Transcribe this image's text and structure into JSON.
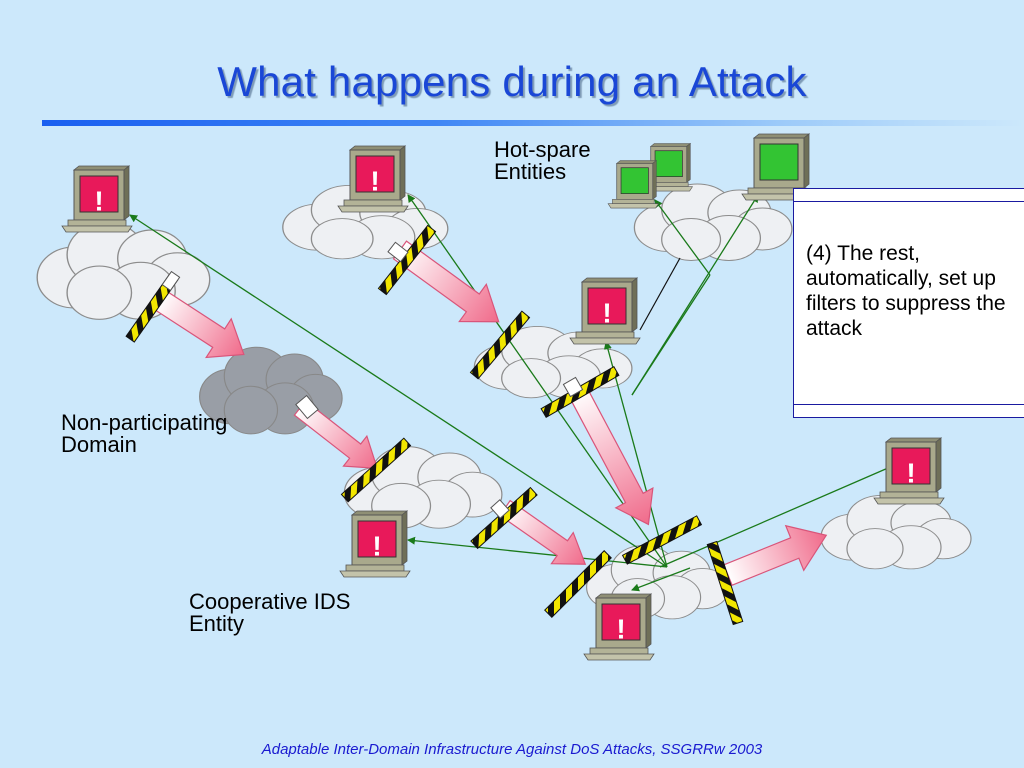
{
  "title": "What happens during an Attack",
  "labels": {
    "hot_spare": "Hot-spare\nEntities",
    "non_participating": "Non-participating\nDomain",
    "cooperative_ids": "Cooperative IDS\nEntity"
  },
  "callout": "(4) The rest, automatically, set up filters to suppress the attack",
  "footer": "Adaptable Inter-Domain Infrastructure Against DoS Attacks, SSGRRw 2003",
  "computer_alert_glyph": "!",
  "colors": {
    "background": "#cce8fb",
    "title": "#1a47d6",
    "cloud": "#eef0f3",
    "cloud_gray": "#999ea6",
    "alert": "#e8195a",
    "spare": "#33c433",
    "arrow": "#f06a8a",
    "link": "#1a7a1a",
    "filter_stripe": "#f2e600"
  }
}
